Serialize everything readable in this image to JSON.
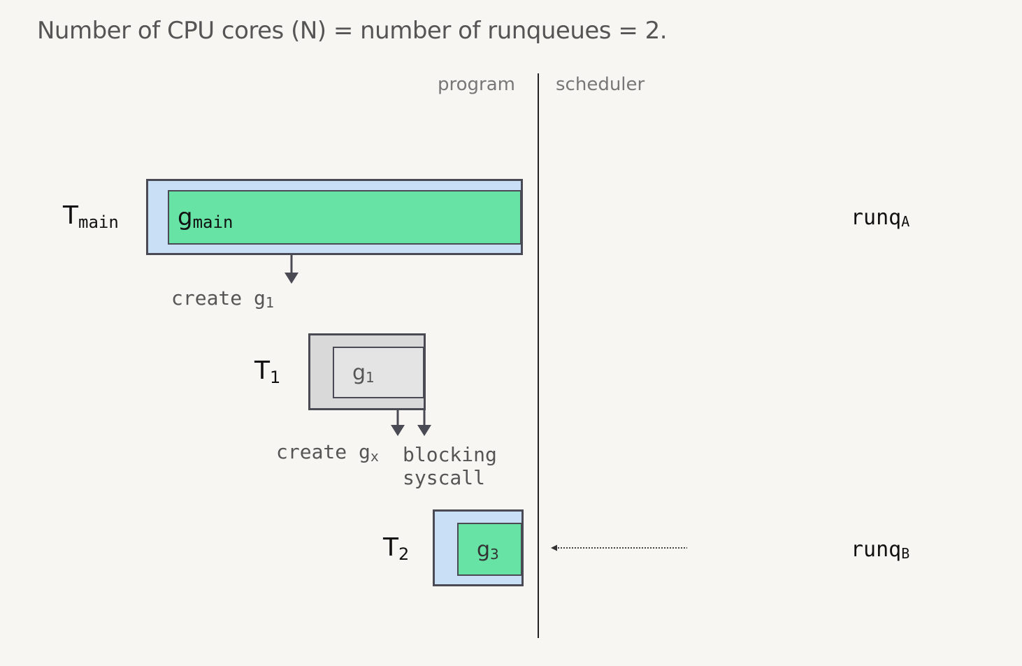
{
  "heading": "Number of CPU cores (N) = number of runqueues = 2.",
  "columns": {
    "program": "program",
    "scheduler": "scheduler"
  },
  "threads": {
    "tmain": {
      "base": "T",
      "sub": "main"
    },
    "t1": {
      "base": "T",
      "sub": "1"
    },
    "t2": {
      "base": "T",
      "sub": "2"
    }
  },
  "goroutines": {
    "gmain": {
      "base": "g",
      "sub": "main"
    },
    "g1": {
      "base": "g",
      "sub": "1"
    },
    "g3": {
      "base": "g",
      "sub": "3"
    }
  },
  "actions": {
    "create_g1": {
      "text": "create g",
      "sub": "1"
    },
    "create_gx": {
      "text": "create g",
      "sub": "x"
    },
    "blocking_syscall": {
      "line1": "blocking",
      "line2": "syscall"
    }
  },
  "runqueues": {
    "a": {
      "base": "runq",
      "sub": "A"
    },
    "b": {
      "base": "runq",
      "sub": "B"
    }
  },
  "colors": {
    "running_thread_fill": "#c9dff5",
    "running_goroutine_fill": "#66e3a5",
    "blocked_thread_fill": "#d9d9d9",
    "blocked_goroutine_fill": "#e4e4e4",
    "outline": "#4a4a55"
  }
}
